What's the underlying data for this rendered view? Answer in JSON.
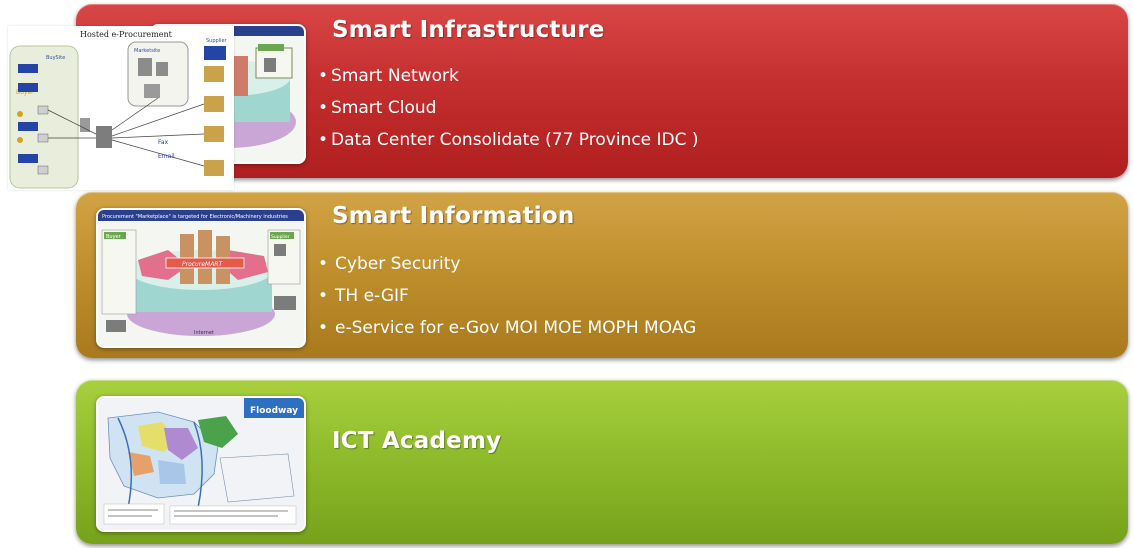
{
  "sections": [
    {
      "title": "Smart Infrastructure",
      "color": "#c42e2e",
      "bullet": "•",
      "items": [
        "Smart Network",
        "Smart Cloud",
        "Data Center Consolidate (77 Province IDC )"
      ]
    },
    {
      "title": "Smart Information",
      "color": "#c0902e",
      "bullet": "•",
      "items": [
        "Cyber Security",
        "TH e-GIF",
        "e-Service for e-Gov MOI MOE MOPH MOAG"
      ]
    },
    {
      "title": "ICT Academy",
      "color": "#8fbc2c"
    }
  ],
  "thumbnails": {
    "procurement_title": "Procurement \"Marketplace\" is targeted for Electronic/Machinery industries",
    "procurement_buyer": "Buyer",
    "procurement_supplier": "Supplier",
    "procurement_center": "ProcureMART",
    "procurement_base": "Internet",
    "floodway_title": "Floodway",
    "hosted_title": "Hosted e-Procurement",
    "hosted_buysite": "BuySite",
    "hosted_buyer": "Buyer",
    "hosted_marketsite": "Marketsite",
    "hosted_supplier": "Supplier",
    "hosted_fax": "Fax",
    "hosted_email": "Email"
  }
}
